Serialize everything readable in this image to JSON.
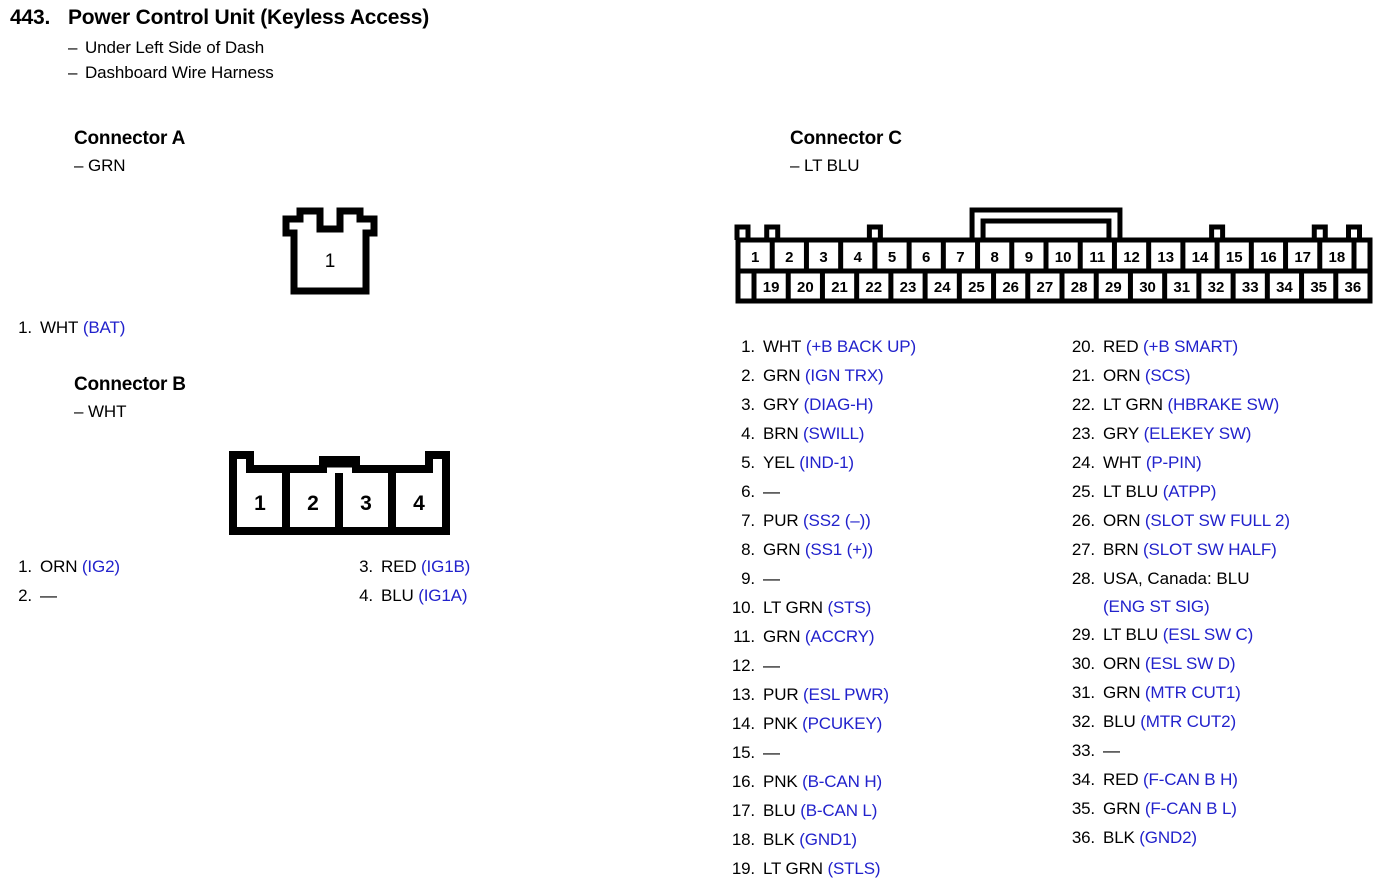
{
  "header": {
    "item_number": "443.",
    "title": "Power Control Unit (Keyless Access)",
    "notes": [
      "Under Left Side of Dash",
      "Dashboard Wire Harness"
    ],
    "dash": "–"
  },
  "connector_a": {
    "title": "Connector A",
    "color": "– GRN",
    "cavity_labels": [
      "1"
    ],
    "pins": [
      {
        "num": "1.",
        "wire": "WHT",
        "signal": "(BAT)"
      }
    ]
  },
  "connector_b": {
    "title": "Connector B",
    "color": "– WHT",
    "cavity_labels": [
      "1",
      "2",
      "3",
      "4"
    ],
    "pins_left": [
      {
        "num": "1.",
        "wire": "ORN",
        "signal": "(IG2)"
      },
      {
        "num": "2.",
        "wire": "—",
        "signal": ""
      }
    ],
    "pins_right": [
      {
        "num": "3.",
        "wire": "RED",
        "signal": "(IG1B)"
      },
      {
        "num": "4.",
        "wire": "BLU",
        "signal": "(IG1A)"
      }
    ]
  },
  "connector_c": {
    "title": "Connector C",
    "color": "– LT BLU",
    "top_row_labels": [
      "1",
      "2",
      "3",
      "4",
      "5",
      "6",
      "7",
      "8",
      "9",
      "10",
      "11",
      "12",
      "13",
      "14",
      "15",
      "16",
      "17",
      "18"
    ],
    "bottom_row_labels": [
      "19",
      "20",
      "21",
      "22",
      "23",
      "24",
      "25",
      "26",
      "27",
      "28",
      "29",
      "30",
      "31",
      "32",
      "33",
      "34",
      "35",
      "36"
    ],
    "pins_left": [
      {
        "num": "1.",
        "wire": "WHT",
        "signal": "(+B BACK UP)"
      },
      {
        "num": "2.",
        "wire": "GRN",
        "signal": "(IGN TRX)"
      },
      {
        "num": "3.",
        "wire": "GRY",
        "signal": "(DIAG-H)"
      },
      {
        "num": "4.",
        "wire": "BRN",
        "signal": "(SWILL)"
      },
      {
        "num": "5.",
        "wire": "YEL",
        "signal": "(IND-1)"
      },
      {
        "num": "6.",
        "wire": "—",
        "signal": ""
      },
      {
        "num": "7.",
        "wire": "PUR",
        "signal": "(SS2 (–))"
      },
      {
        "num": "8.",
        "wire": "GRN",
        "signal": "(SS1 (+))"
      },
      {
        "num": "9.",
        "wire": "—",
        "signal": ""
      },
      {
        "num": "10.",
        "wire": "LT GRN",
        "signal": "(STS)"
      },
      {
        "num": "11.",
        "wire": "GRN",
        "signal": "(ACCRY)"
      },
      {
        "num": "12.",
        "wire": "—",
        "signal": ""
      },
      {
        "num": "13.",
        "wire": "PUR",
        "signal": "(ESL PWR)"
      },
      {
        "num": "14.",
        "wire": "PNK",
        "signal": "(PCUKEY)"
      },
      {
        "num": "15.",
        "wire": "—",
        "signal": ""
      },
      {
        "num": "16.",
        "wire": "PNK",
        "signal": "(B-CAN H)"
      },
      {
        "num": "17.",
        "wire": "BLU",
        "signal": "(B-CAN L)"
      },
      {
        "num": "18.",
        "wire": "BLK",
        "signal": "(GND1)"
      },
      {
        "num": "19.",
        "wire": "LT GRN",
        "signal": "(STLS)"
      }
    ],
    "pins_right": [
      {
        "num": "20.",
        "wire": "RED",
        "signal": "(+B SMART)"
      },
      {
        "num": "21.",
        "wire": "ORN",
        "signal": "(SCS)"
      },
      {
        "num": "22.",
        "wire": "LT GRN",
        "signal": "(HBRAKE SW)"
      },
      {
        "num": "23.",
        "wire": "GRY",
        "signal": "(ELEKEY SW)"
      },
      {
        "num": "24.",
        "wire": "WHT",
        "signal": "(P-PIN)"
      },
      {
        "num": "25.",
        "wire": "LT BLU",
        "signal": "(ATPP)"
      },
      {
        "num": "26.",
        "wire": "ORN",
        "signal": "(SLOT SW FULL 2)"
      },
      {
        "num": "27.",
        "wire": "BRN",
        "signal": "(SLOT SW HALF)"
      },
      {
        "num": "28.",
        "wire": "USA, Canada: BLU",
        "signal": "",
        "continuation": "(ENG ST SIG)"
      },
      {
        "num": "29.",
        "wire": "LT BLU",
        "signal": "(ESL SW C)"
      },
      {
        "num": "30.",
        "wire": "ORN",
        "signal": "(ESL SW D)"
      },
      {
        "num": "31.",
        "wire": "GRN",
        "signal": "(MTR CUT1)"
      },
      {
        "num": "32.",
        "wire": "BLU",
        "signal": "(MTR CUT2)"
      },
      {
        "num": "33.",
        "wire": "—",
        "signal": ""
      },
      {
        "num": "34.",
        "wire": "RED",
        "signal": "(F-CAN B H)"
      },
      {
        "num": "35.",
        "wire": "GRN",
        "signal": "(F-CAN B L)"
      },
      {
        "num": "36.",
        "wire": "BLK",
        "signal": "(GND2)"
      }
    ]
  },
  "colors": {
    "signal_blue": "#2222cc",
    "ink_black": "#000000",
    "page_background": "#ffffff"
  }
}
